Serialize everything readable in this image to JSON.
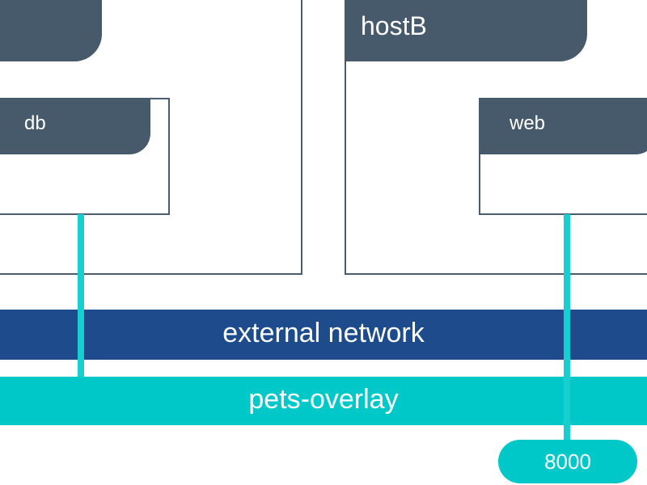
{
  "hosts": {
    "a": {
      "label": ""
    },
    "b": {
      "label": "hostB"
    }
  },
  "services": {
    "db": {
      "label": "db"
    },
    "web": {
      "label": "web"
    }
  },
  "networks": {
    "external": {
      "label": "external network",
      "color": "#1d4b8b"
    },
    "overlay": {
      "label": "pets-overlay",
      "color": "#00c8c8"
    }
  },
  "port": {
    "label": "8000",
    "color": "#00c8c8"
  },
  "colors": {
    "host_tab": "#465a6c",
    "connector": "#17cfcf"
  }
}
